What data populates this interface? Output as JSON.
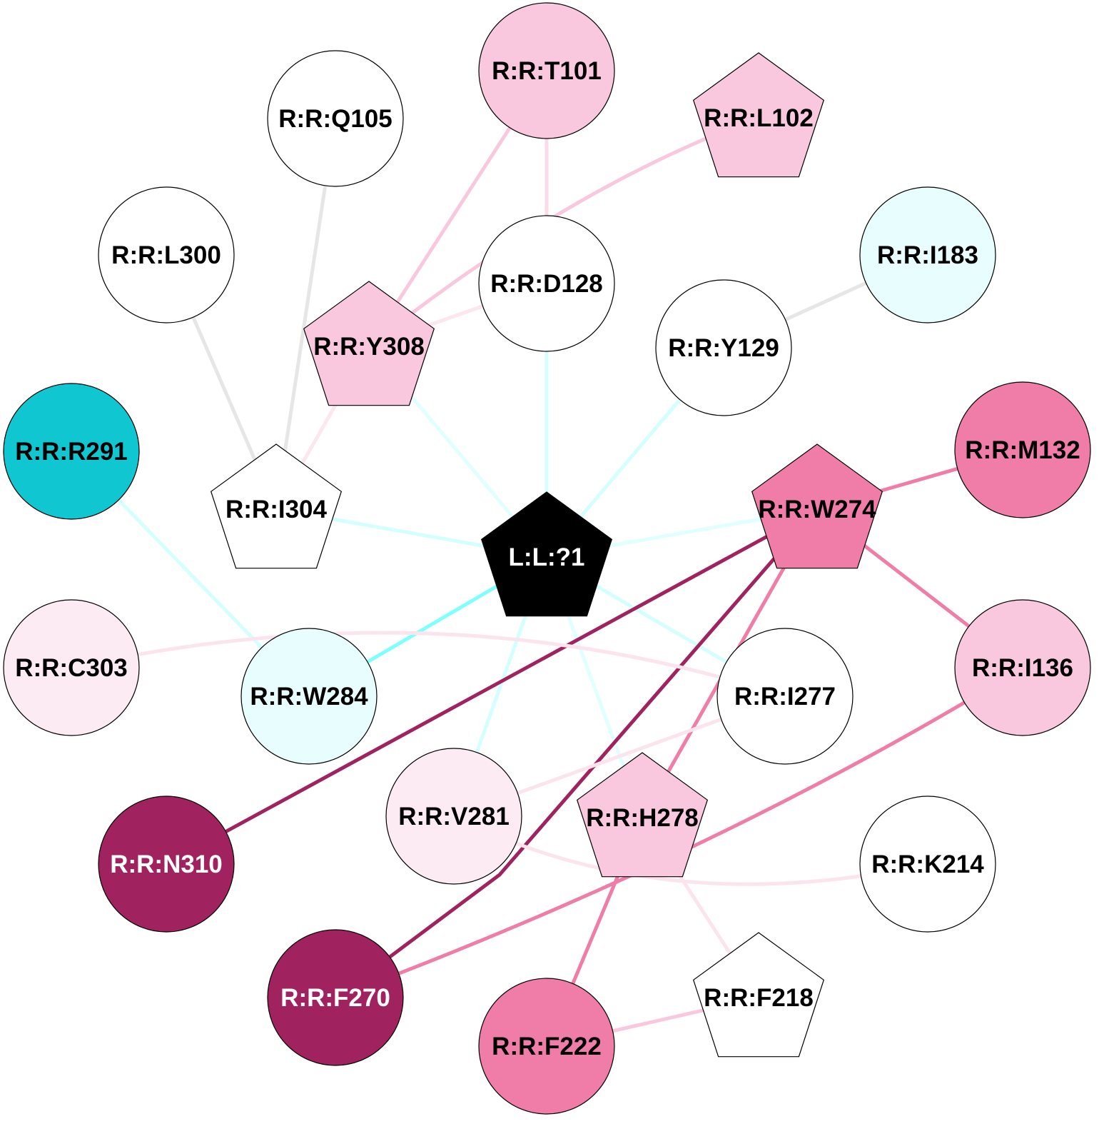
{
  "nodes": [
    {
      "id": "T101",
      "label": "R:R:T101",
      "shape": "circle",
      "fill": "#f9c8de",
      "text": "#000000"
    },
    {
      "id": "L102",
      "label": "R:R:L102",
      "shape": "pentagon",
      "fill": "#f9c8de",
      "text": "#000000"
    },
    {
      "id": "Q105",
      "label": "R:R:Q105",
      "shape": "circle",
      "fill": "#ffffff",
      "text": "#000000"
    },
    {
      "id": "L300",
      "label": "R:R:L300",
      "shape": "circle",
      "fill": "#ffffff",
      "text": "#000000"
    },
    {
      "id": "D128",
      "label": "R:R:D128",
      "shape": "circle",
      "fill": "#ffffff",
      "text": "#000000"
    },
    {
      "id": "Y129",
      "label": "R:R:Y129",
      "shape": "circle",
      "fill": "#ffffff",
      "text": "#000000"
    },
    {
      "id": "I183",
      "label": "R:R:I183",
      "shape": "circle",
      "fill": "#e8fefe",
      "text": "#000000"
    },
    {
      "id": "Y308",
      "label": "R:R:Y308",
      "shape": "pentagon",
      "fill": "#f9c8de",
      "text": "#000000"
    },
    {
      "id": "R291",
      "label": "R:R:R291",
      "shape": "circle",
      "fill": "#10c6d0",
      "text": "#000000"
    },
    {
      "id": "I304",
      "label": "R:R:I304",
      "shape": "pentagon",
      "fill": "#ffffff",
      "text": "#000000"
    },
    {
      "id": "L1",
      "label": "L:L:?1",
      "shape": "pentagon",
      "fill": "#000000",
      "text": "#ffffff"
    },
    {
      "id": "W274",
      "label": "R:R:W274",
      "shape": "pentagon",
      "fill": "#f07ca8",
      "text": "#000000"
    },
    {
      "id": "M132",
      "label": "R:R:M132",
      "shape": "circle",
      "fill": "#f07ca8",
      "text": "#000000"
    },
    {
      "id": "C303",
      "label": "R:R:C303",
      "shape": "circle",
      "fill": "#fcebf3",
      "text": "#000000"
    },
    {
      "id": "W284",
      "label": "R:R:W284",
      "shape": "circle",
      "fill": "#e8fefe",
      "text": "#000000"
    },
    {
      "id": "I277",
      "label": "R:R:I277",
      "shape": "circle",
      "fill": "#ffffff",
      "text": "#000000"
    },
    {
      "id": "I136",
      "label": "R:R:I136",
      "shape": "circle",
      "fill": "#f9c8de",
      "text": "#000000"
    },
    {
      "id": "N310",
      "label": "R:R:N310",
      "shape": "circle",
      "fill": "#a0225e",
      "text": "#ffffff"
    },
    {
      "id": "V281",
      "label": "R:R:V281",
      "shape": "circle",
      "fill": "#fcebf3",
      "text": "#000000"
    },
    {
      "id": "H278",
      "label": "R:R:H278",
      "shape": "pentagon",
      "fill": "#f9c8de",
      "text": "#000000"
    },
    {
      "id": "K214",
      "label": "R:R:K214",
      "shape": "circle",
      "fill": "#ffffff",
      "text": "#000000"
    },
    {
      "id": "F270",
      "label": "R:R:F270",
      "shape": "circle",
      "fill": "#a0225e",
      "text": "#ffffff"
    },
    {
      "id": "F222",
      "label": "R:R:F222",
      "shape": "circle",
      "fill": "#f07ca8",
      "text": "#000000"
    },
    {
      "id": "F218",
      "label": "R:R:F218",
      "shape": "pentagon",
      "fill": "#ffffff",
      "text": "#000000"
    }
  ],
  "edges": [
    {
      "s": "T101",
      "t": "D128",
      "color": "#fbdbe8"
    },
    {
      "s": "T101",
      "t": "Y308",
      "color": "#f9c8de"
    },
    {
      "s": "L102",
      "t": "Y308",
      "color": "#f9c8de"
    },
    {
      "s": "Y308",
      "t": "D128",
      "color": "#fce6ef"
    },
    {
      "s": "Q105",
      "t": "I304",
      "color": "#e6e6e6"
    },
    {
      "s": "L300",
      "t": "I304",
      "color": "#e6e6e6"
    },
    {
      "s": "I183",
      "t": "Y129",
      "color": "#e6e6e6"
    },
    {
      "s": "Y308",
      "t": "I304",
      "color": "#fce6ef"
    },
    {
      "s": "Y308",
      "t": "L1",
      "color": "#e0ffff"
    },
    {
      "s": "D128",
      "t": "L1",
      "color": "#d4ffff"
    },
    {
      "s": "Y129",
      "t": "L1",
      "color": "#d4ffff"
    },
    {
      "s": "I304",
      "t": "L1",
      "color": "#d4ffff"
    },
    {
      "s": "W274",
      "t": "L1",
      "color": "#e0ffff"
    },
    {
      "s": "R291",
      "t": "W284",
      "color": "#d4ffff"
    },
    {
      "s": "W284",
      "t": "L1",
      "color": "#80ffff"
    },
    {
      "s": "L1",
      "t": "I277",
      "color": "#d4ffff"
    },
    {
      "s": "L1",
      "t": "V281",
      "color": "#d4ffff"
    },
    {
      "s": "L1",
      "t": "H278",
      "color": "#e0ffff"
    },
    {
      "s": "W274",
      "t": "M132",
      "color": "#f07ca8"
    },
    {
      "s": "W274",
      "t": "I136",
      "color": "#f07ca8"
    },
    {
      "s": "W274",
      "t": "N310",
      "color": "#a0225e"
    },
    {
      "s": "W274",
      "t": "F270",
      "color": "#a0225e"
    },
    {
      "s": "W274",
      "t": "H278",
      "color": "#f07ca8"
    },
    {
      "s": "I136",
      "t": "F270",
      "color": "#f07ca8"
    },
    {
      "s": "C303",
      "t": "I277",
      "color": "#fbe4ee"
    },
    {
      "s": "I277",
      "t": "V281",
      "color": "#fbe4ee"
    },
    {
      "s": "V281",
      "t": "K214",
      "color": "#fbe4ee"
    },
    {
      "s": "H278",
      "t": "F222",
      "color": "#f07ca8"
    },
    {
      "s": "H278",
      "t": "F218",
      "color": "#fbe4ee"
    },
    {
      "s": "F222",
      "t": "F218",
      "color": "#f9c8de"
    }
  ]
}
